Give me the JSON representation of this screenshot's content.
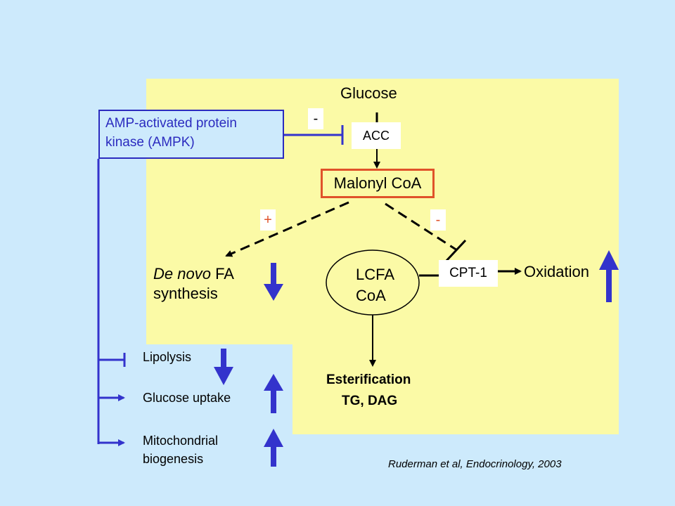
{
  "diagram": {
    "glucose": "Glucose",
    "acc": "ACC",
    "malonyl_coa": "Malonyl CoA",
    "ampk_line1": "AMP-activated protein",
    "ampk_line2": "kinase (AMPK)",
    "inhibit_sign_acc": "-",
    "plus_sign": "+",
    "minus_sign_cpt": "-",
    "de_novo_italic": "De novo",
    "de_novo_rest": " FA",
    "synthesis": "synthesis",
    "lcfa": "LCFA",
    "coa": "CoA",
    "cpt1": "CPT-1",
    "oxidation": "Oxidation",
    "esterification": "Esterification",
    "tg_dag": "TG, DAG",
    "lipolysis": "Lipolysis",
    "glucose_uptake": "Glucose uptake",
    "mito_line1": "Mitochondrial",
    "mito_line2": "biogenesis",
    "citation": "Ruderman et al, Endocrinology, 2003"
  },
  "colors": {
    "background": "#cdeafc",
    "panel": "#fbfaa6",
    "arrow_blue": "#3333cc",
    "box_border": "#e0522a"
  }
}
